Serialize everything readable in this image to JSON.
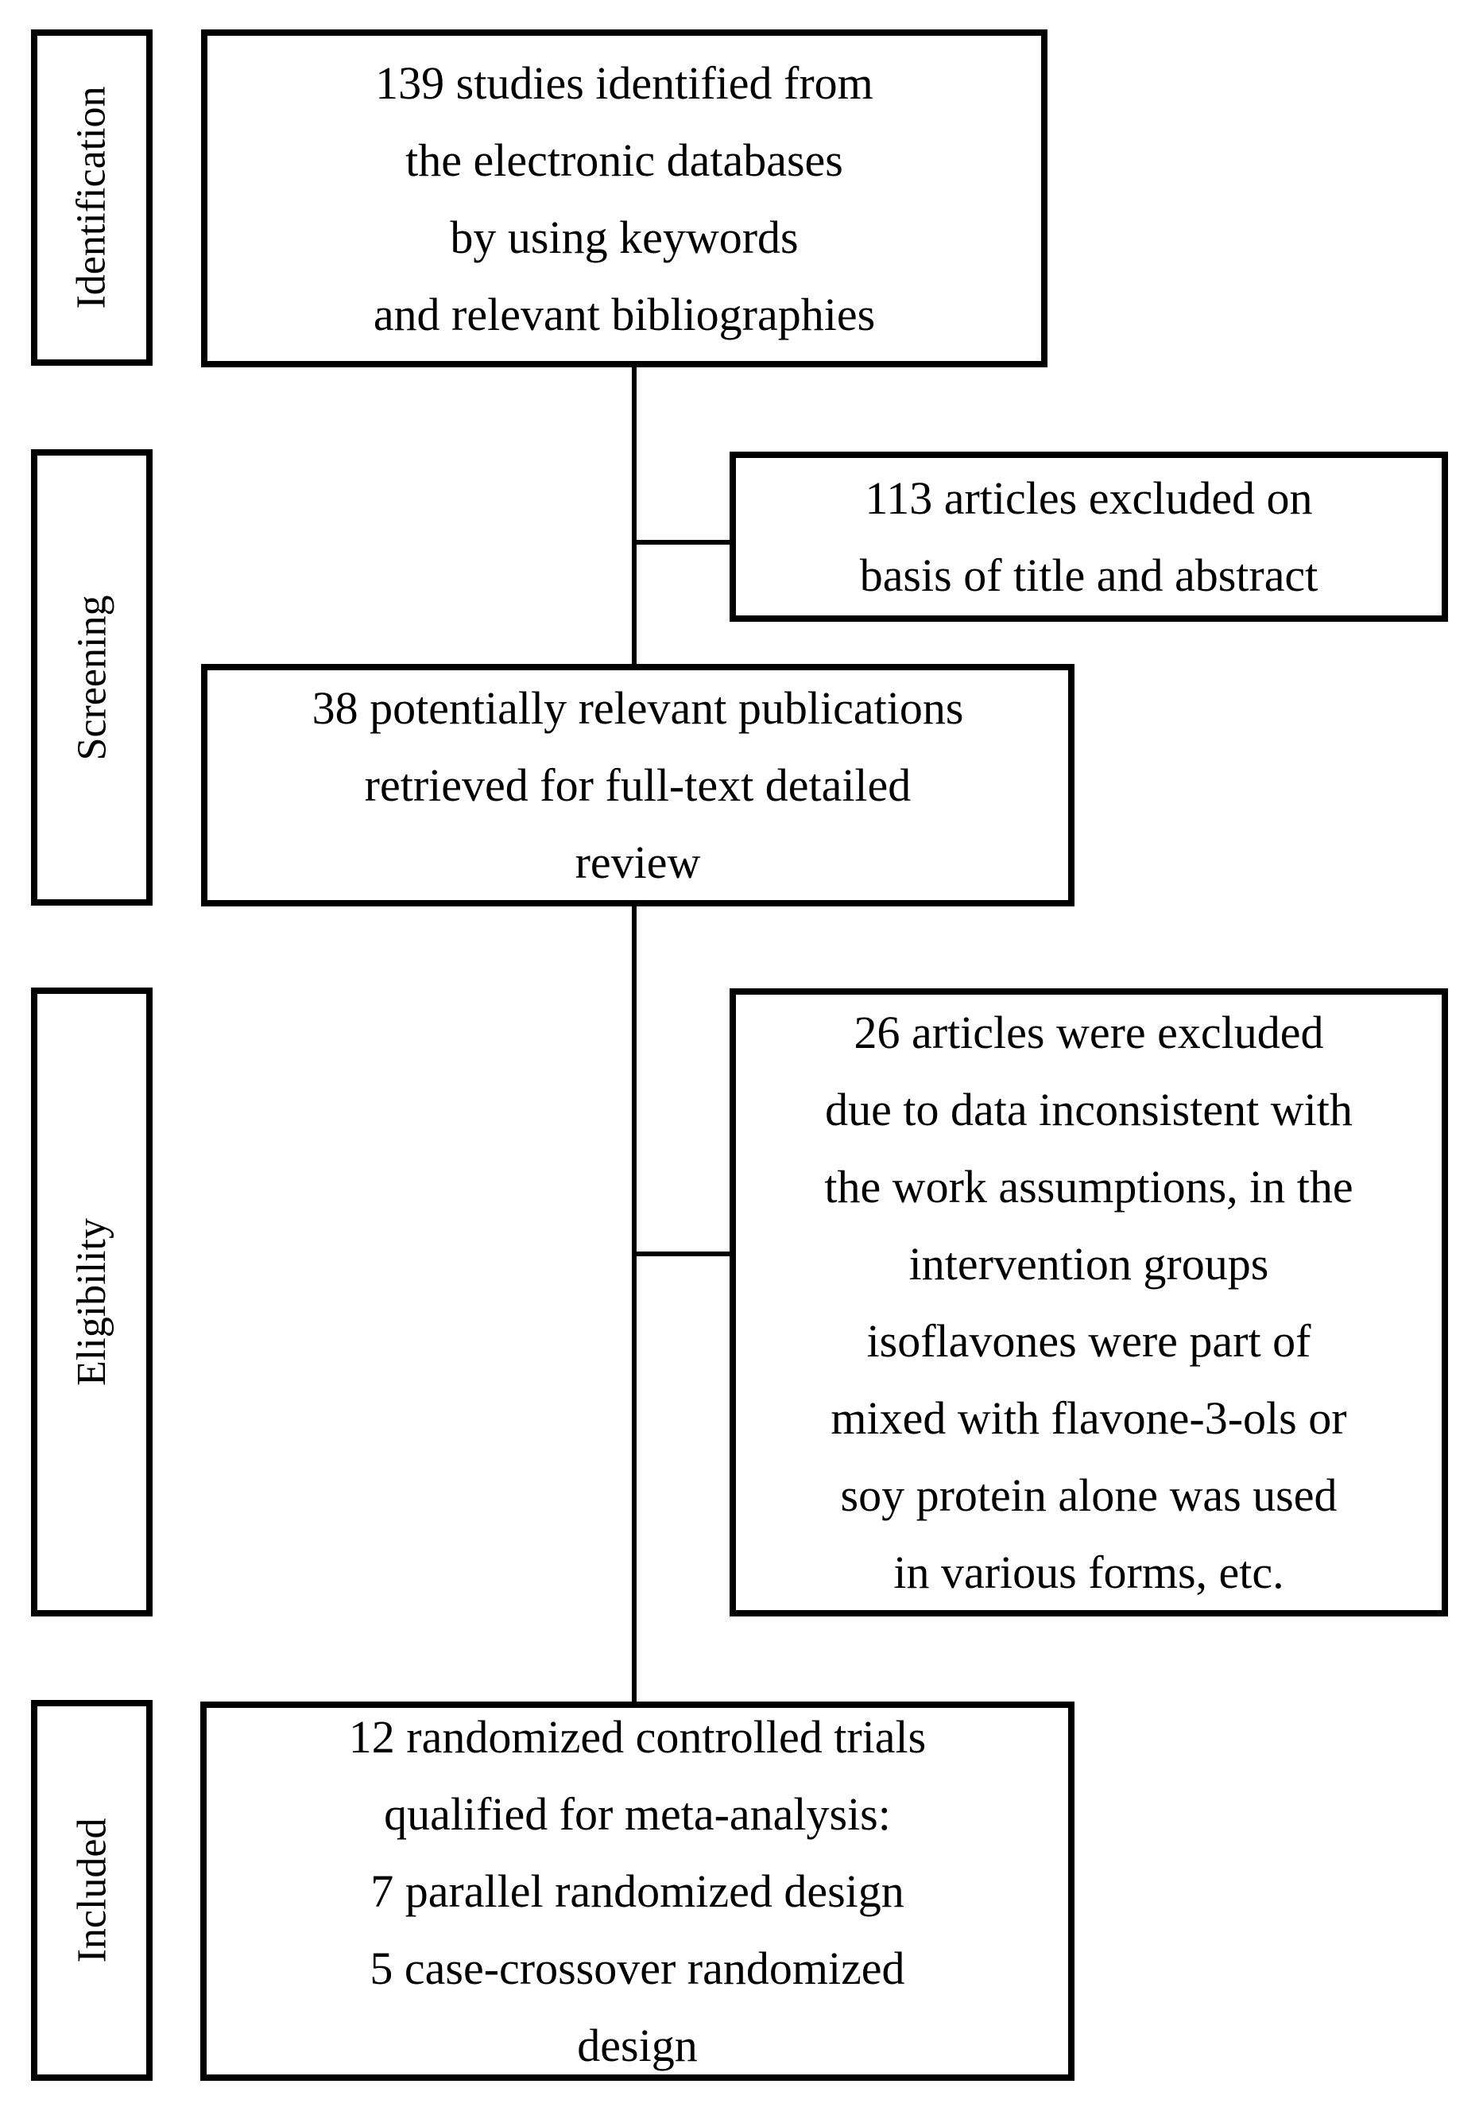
{
  "diagram": {
    "title": "study-selection-flow-diagram",
    "colors": {
      "background": "#ffffff",
      "border": "#000000",
      "text": "#000000"
    },
    "stages": {
      "identification": {
        "label": "Identification"
      },
      "screening": {
        "label": "Screening"
      },
      "eligibility": {
        "label": "Eligibility"
      },
      "included": {
        "label": "Included"
      }
    },
    "boxes": {
      "identified": {
        "lines": [
          "139 studies identified from",
          "the electronic databases",
          "by using keywords",
          "and relevant bibliographies"
        ]
      },
      "excluded_screening": {
        "lines": [
          "113 articles excluded on",
          "basis of title and abstract"
        ]
      },
      "fulltext": {
        "lines": [
          "38 potentially relevant publications",
          "retrieved for full-text detailed",
          "review"
        ]
      },
      "excluded_fulltext": {
        "lines": [
          "26 articles were excluded",
          "due to data inconsistent with",
          "the work assumptions, in the",
          "intervention groups",
          "isoflavones were part of",
          "mixed with flavone-3-ols or",
          "soy protein alone was used",
          "in various forms, etc."
        ]
      },
      "included_trials": {
        "lines": [
          "12 randomized controlled trials",
          "qualified for meta-analysis:",
          "7 parallel randomized design",
          "5 case-crossover randomized",
          "design"
        ]
      }
    }
  }
}
